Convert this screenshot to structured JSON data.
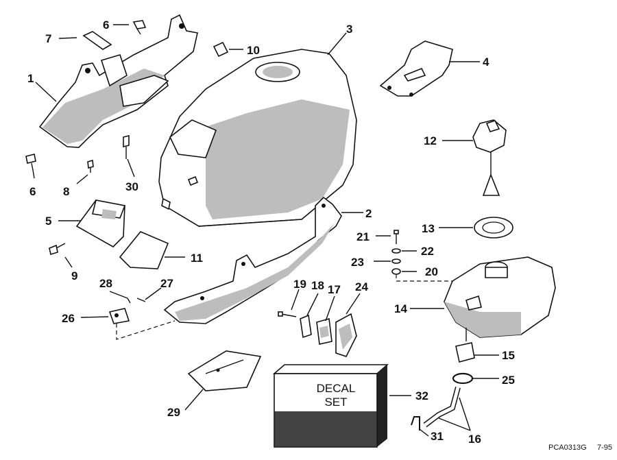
{
  "diagram": {
    "labels": {
      "p1": "1",
      "p2": "2",
      "p3": "3",
      "p4": "4",
      "p5": "5",
      "p6a": "6",
      "p6b": "6",
      "p7": "7",
      "p8": "8",
      "p9": "9",
      "p10": "10",
      "p11": "11",
      "p12": "12",
      "p13": "13",
      "p14": "14",
      "p15": "15",
      "p16": "16",
      "p17": "17",
      "p18": "18",
      "p19": "19",
      "p20": "20",
      "p21": "21",
      "p22": "22",
      "p23": "23",
      "p24": "24",
      "p25": "25",
      "p26": "26",
      "p27": "27",
      "p28": "28",
      "p29": "29",
      "p30": "30",
      "p31": "31",
      "p32": "32"
    },
    "decal_line1": "DECAL",
    "decal_line2": "SET",
    "code": "PCA0313G",
    "date": "7-95"
  }
}
